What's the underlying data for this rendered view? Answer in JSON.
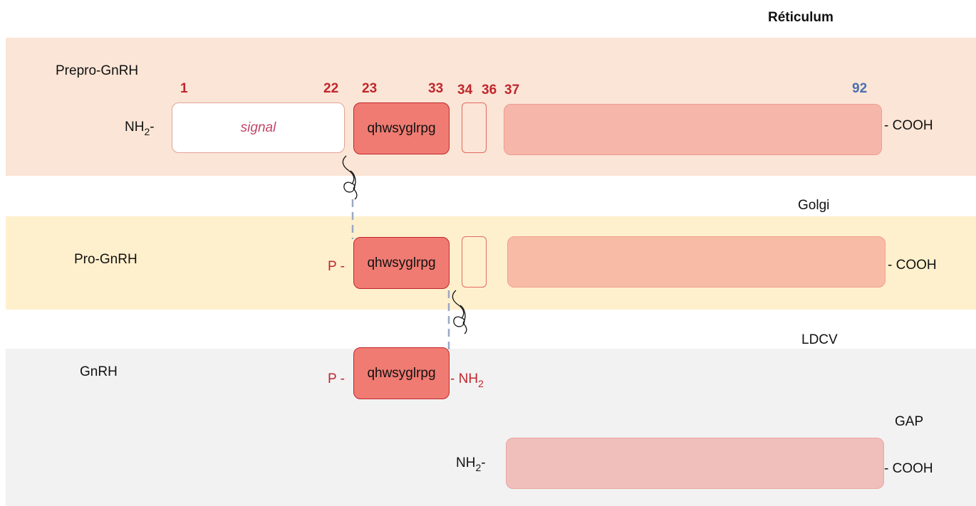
{
  "compartments": {
    "reticulum": "Réticulum",
    "golgi": "Golgi",
    "ldcv": "LDCV",
    "gap": "GAP"
  },
  "rows": {
    "prepro": "Prepro-GnRH",
    "pro": "Pro-GnRH",
    "gnrh": "GnRH"
  },
  "positions": {
    "p1": "1",
    "p22": "22",
    "p23": "23",
    "p33": "33",
    "p34": "34",
    "p36": "36",
    "p37": "37",
    "p92": "92"
  },
  "segments": {
    "signal": "signal",
    "decapeptide": "qhwsyglrpg"
  },
  "termini": {
    "nh2_prefix": "NH",
    "nh2_sub": "2",
    "dash": "-",
    "cooh": "- COOH",
    "p_cap": "P -",
    "amide_prefix": "- NH",
    "amide_sub": "2"
  },
  "colors": {
    "reticulum_band": "#fbe5d6",
    "golgi_band": "#fff0cd",
    "ldcv_band": "#f2f2f2",
    "gnrh_box": "#f07b72",
    "gap_prepro": "#f6b6a9",
    "gap_pro": "#f8bca6",
    "gap_free": "#f0bebb",
    "accent_red": "#c0262d",
    "accent_blue": "#4a6fb0",
    "cleavage_line": "#9aa7c7"
  }
}
